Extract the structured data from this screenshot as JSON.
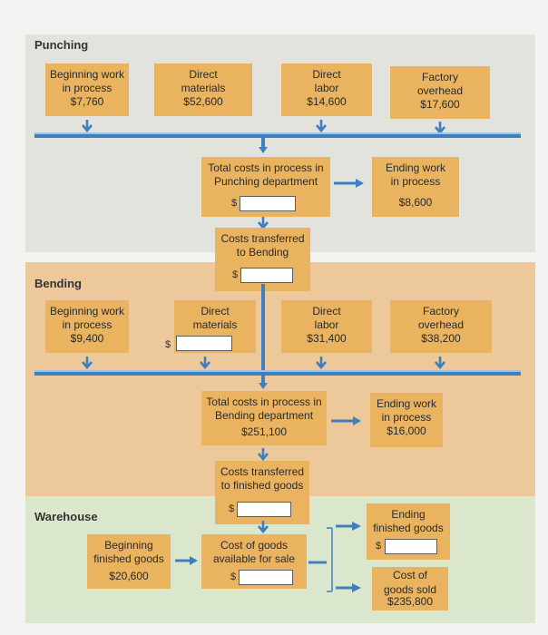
{
  "colors": {
    "punching_bg": "#e3e3dd",
    "bending_bg": "#edc89a",
    "warehouse_bg": "#dbe7cc",
    "box": "#e9b35f",
    "flow": "#3e7fbf"
  },
  "punching": {
    "title": "Punching",
    "bwip": {
      "line1": "Beginning work",
      "line2": "in process",
      "amount": "$7,760"
    },
    "dm": {
      "line1": "Direct",
      "line2": "materials",
      "amount": "$52,600"
    },
    "dl": {
      "line1": "Direct",
      "line2": "labor",
      "amount": "$14,600"
    },
    "foh": {
      "line1": "Factory",
      "line2": "overhead",
      "amount": "$17,600"
    },
    "total": {
      "line1": "Total costs in process in",
      "line2": "Punching department",
      "currency": "$"
    },
    "ewip": {
      "line1": "Ending work",
      "line2": "in process",
      "amount": "$8,600"
    },
    "transferred": {
      "line1": "Costs transferred",
      "line2": "to Bending",
      "currency": "$"
    }
  },
  "bending": {
    "title": "Bending",
    "bwip": {
      "line1": "Beginning work",
      "line2": "in process",
      "amount": "$9,400"
    },
    "dm": {
      "line1": "Direct",
      "line2": "materials",
      "currency": "$"
    },
    "dl": {
      "line1": "Direct",
      "line2": "labor",
      "amount": "$31,400"
    },
    "foh": {
      "line1": "Factory",
      "line2": "overhead",
      "amount": "$38,200"
    },
    "total": {
      "line1": "Total costs in process in",
      "line2": "Bending department",
      "amount": "$251,100"
    },
    "ewip": {
      "line1": "Ending work",
      "line2": "in process",
      "amount": "$16,000"
    },
    "transferred": {
      "line1": "Costs transferred",
      "line2": "to finished goods",
      "currency": "$"
    }
  },
  "warehouse": {
    "title": "Warehouse",
    "bfg": {
      "line1": "Beginning",
      "line2": "finished goods",
      "amount": "$20,600"
    },
    "cogafs": {
      "line1": "Cost of goods",
      "line2": "available for sale",
      "currency": "$"
    },
    "efg": {
      "line1": "Ending",
      "line2": "finished goods",
      "currency": "$"
    },
    "cogs": {
      "line1": "Cost of",
      "line2": "goods sold",
      "amount": "$235,800"
    }
  },
  "icons": {
    "down": "arrow-down-icon",
    "right": "arrow-right-icon"
  }
}
